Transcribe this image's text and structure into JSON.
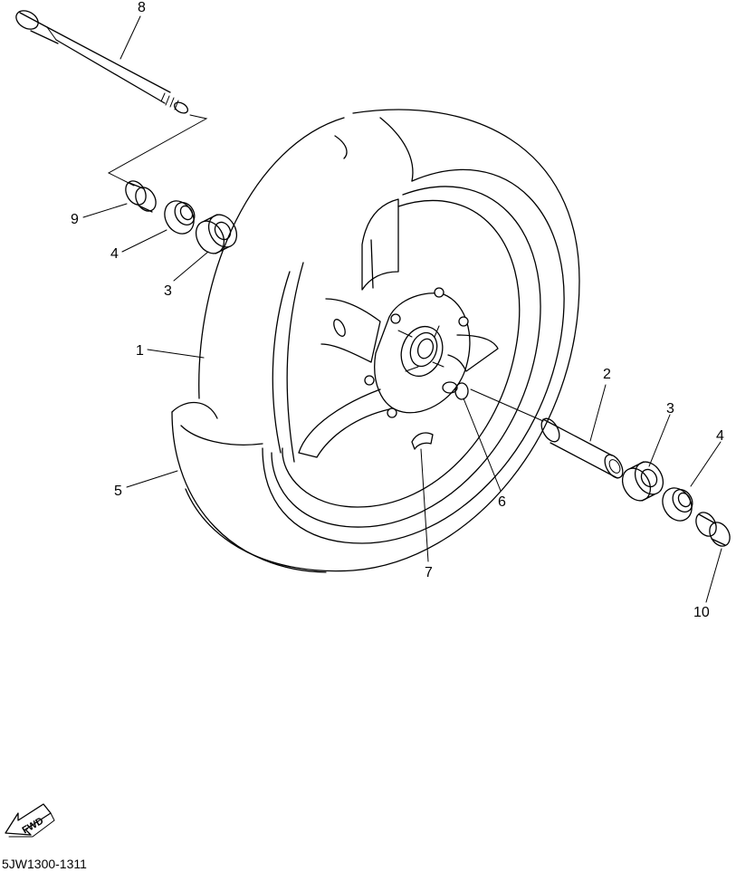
{
  "diagram": {
    "callouts": [
      {
        "id": "c1",
        "number": "1"
      },
      {
        "id": "c2",
        "number": "2"
      },
      {
        "id": "c3a",
        "number": "3"
      },
      {
        "id": "c3b",
        "number": "3"
      },
      {
        "id": "c4a",
        "number": "4"
      },
      {
        "id": "c4b",
        "number": "4"
      },
      {
        "id": "c5",
        "number": "5"
      },
      {
        "id": "c6",
        "number": "6"
      },
      {
        "id": "c7",
        "number": "7"
      },
      {
        "id": "c8",
        "number": "8"
      },
      {
        "id": "c9",
        "number": "9"
      },
      {
        "id": "c10",
        "number": "10"
      }
    ],
    "direction_badge": "FWD",
    "diagram_code": "5JW1300-1311"
  }
}
